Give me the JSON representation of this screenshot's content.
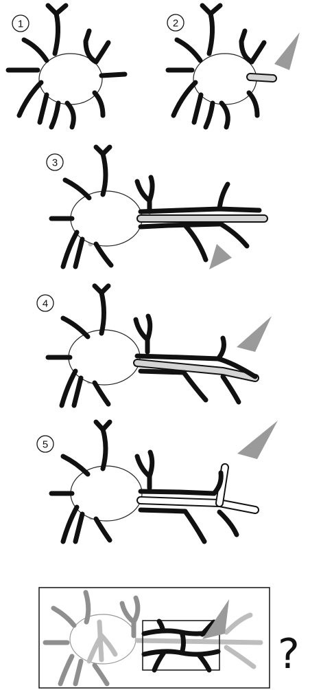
{
  "steps": [
    {
      "label": "1"
    },
    {
      "label": "2"
    },
    {
      "label": "3"
    },
    {
      "label": "4"
    },
    {
      "label": "5"
    }
  ],
  "final_panel": {
    "question": "?"
  },
  "colors": {
    "dendrite": "#111111",
    "faded": "#bdbdbd",
    "arrowhead": "#9a9a9a"
  }
}
